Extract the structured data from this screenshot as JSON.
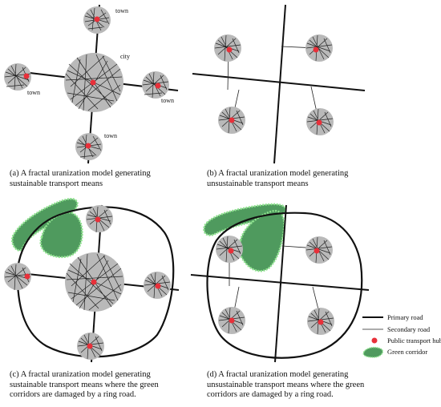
{
  "panels": [
    {
      "id": "a",
      "caption_lines": [
        "(a) A fractal uranization model generating",
        "sustainable transport means"
      ]
    },
    {
      "id": "b",
      "caption_lines": [
        "(b) A fractal uranization model generating",
        "unsustainable transport means"
      ]
    },
    {
      "id": "c",
      "caption_lines": [
        "(c) A fractal uranization model generating",
        "sustainable transport means where the green",
        "corridors are damaged by a ring road."
      ]
    },
    {
      "id": "d",
      "caption_lines": [
        "(d) A fractal uranization model generating",
        "unsustainable transport means where the green",
        "corridors are damaged by a ring road."
      ]
    }
  ],
  "labels": {
    "city": "city",
    "town": "town"
  },
  "legend": {
    "primary_road": "Primary road",
    "secondary_road": "Secondary road",
    "hub": "Public transport hub",
    "green": "Green corridor"
  },
  "colors": {
    "road": "#111111",
    "node_fill": "#b9b9b9",
    "hub": "#e8303a",
    "green": "#4f9a5e",
    "green_edge": "#8ee28e"
  }
}
